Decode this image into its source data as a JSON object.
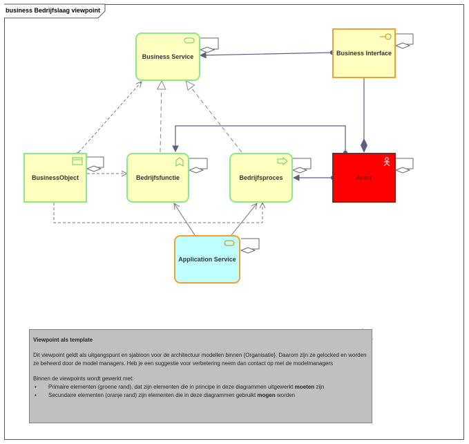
{
  "diagram": {
    "title": "business Bedrijfslaag viewpoint",
    "nodes": {
      "business_service": "Business Service",
      "business_interface": "Business Interface",
      "business_object": "BusinessObject",
      "bedrijfsfunctie": "Bedrijfsfunctie",
      "bedrijfsproces": "Bedrijfsproces",
      "actor": "Actor",
      "application_service": "Application Service"
    },
    "colors": {
      "primary_border": "#8ce88c",
      "secondary_border": "#f0a030",
      "element_fill": "#ffffc0",
      "actor_fill": "#ff0000",
      "application_fill": "#c0ffff",
      "note_fill": "#c0c0c0"
    }
  },
  "note": {
    "title": "Viewpoint als template",
    "paragraph1": "Dit viewpoint geldt als uitgangspunt en sjabioon voor de architectuur modellen binnen {Organisatie}. Daarom zijn ze gelocked en worden ze beheerd door de model managers. Heb je een suggestie voor verbetering neem dan contact op met de modelmanagers",
    "paragraph2": "Binnen de viewpoints wordt gewerkt met:",
    "bullet1_a": "Primaire elementen (groene rand), dat zijn elementen die in principe in deze diagrammen uitgewerkt ",
    "bullet1_b": "moeten",
    "bullet1_c": " zijn",
    "bullet2_a": "Secundaire elementen (oranje rand) zijn elementen die in deze diagrammen gebruikt ",
    "bullet2_b": "mogen",
    "bullet2_c": " worden"
  }
}
